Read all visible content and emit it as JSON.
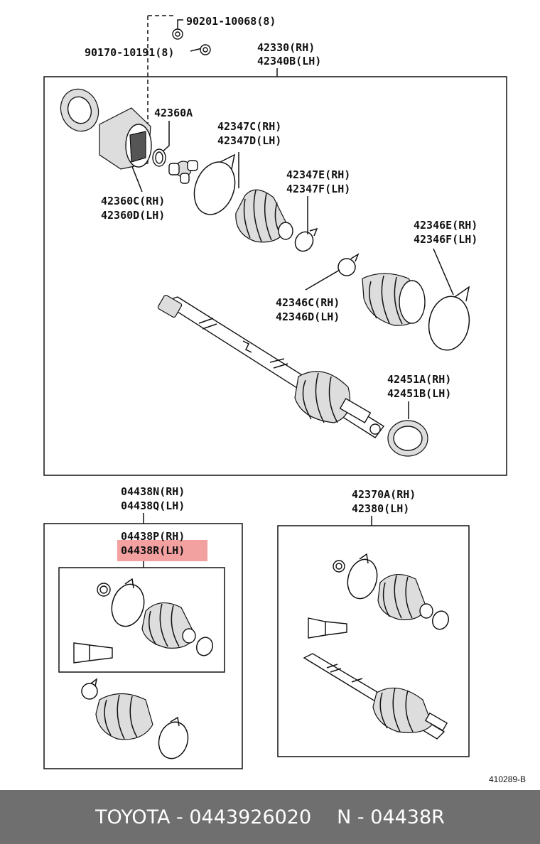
{
  "labels": {
    "bolt1": "90201-10068(8)",
    "nut1": "90170-10191(8)",
    "main_rh": "42330(RH)",
    "main_lh": "42340B(LH)",
    "outer_joint": "42360A",
    "clamp_c_rh": "42347C(RH)",
    "clamp_d_lh": "42347D(LH)",
    "housing_c_rh": "42360C(RH)",
    "housing_d_lh": "42360D(LH)",
    "clamp_e_rh": "42347E(RH)",
    "clamp_f_lh": "42347F(LH)",
    "boot_e_rh": "42346E(RH)",
    "boot_f_lh": "42346F(LH)",
    "boot_c_rh": "42346C(RH)",
    "boot_d_lh": "42346D(LH)",
    "seal_a_rh": "42451A(RH)",
    "seal_b_lh": "42451B(LH)",
    "kit_n_rh": "04438N(RH)",
    "kit_q_lh": "04438Q(LH)",
    "kit_p_rh": "04438P(RH)",
    "kit_r_lh": "04438R(LH)",
    "shaft_a_rh": "42370A(RH)",
    "shaft_lh": "42380(LH)",
    "figure_ref": "410289-B"
  },
  "highlight": {
    "color": "#f2a0a0"
  },
  "footer": {
    "brand": "TOYOTA - 0443926020",
    "part": "N - 04438R"
  }
}
